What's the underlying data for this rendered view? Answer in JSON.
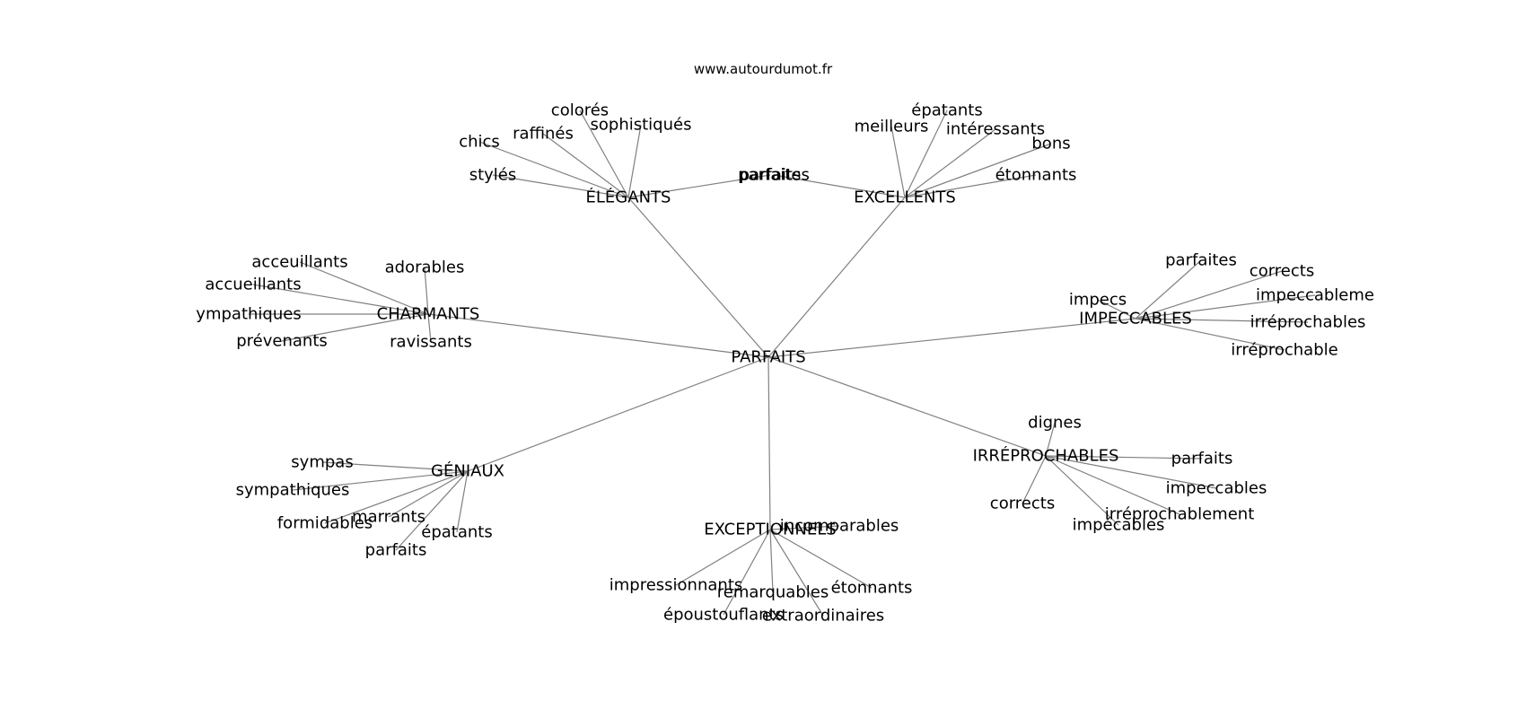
{
  "site": "www.autourdumot.fr",
  "colors": {
    "edge": "#808080",
    "text": "#000000",
    "background": "#ffffff"
  },
  "center": "PARFAITS",
  "clusters": [
    {
      "label": "ÉLÉGANTS",
      "leaves": [
        "chics",
        "raffinés",
        "colorés",
        "sophistiqués",
        "stylés",
        "parfaits"
      ]
    },
    {
      "label": "EXCELLENTS",
      "leaves": [
        "parfaites",
        "meilleurs",
        "épatants",
        "intéressants",
        "bons",
        "étonnants"
      ]
    },
    {
      "label": "CHARMANTS",
      "leaves": [
        "acceuillants",
        "accueillants",
        "adorables",
        "ympathiques",
        "prévenants",
        "ravissants"
      ]
    },
    {
      "label": "IMPECCABLES",
      "leaves": [
        "parfaites",
        "corrects",
        "impecs",
        "impeccableme",
        "irréprochables",
        "irréprochable"
      ]
    },
    {
      "label": "GÉNIAUX",
      "leaves": [
        "sympas",
        "sympathiques",
        "marrants",
        "formidables",
        "épatants",
        "parfaits"
      ]
    },
    {
      "label": "IRRÉPROCHABLES",
      "leaves": [
        "dignes",
        "parfaits",
        "impeccables",
        "corrects",
        "irréprochablement",
        "impécables"
      ]
    },
    {
      "label": "EXCEPTIONNELS",
      "leaves": [
        "incomparables",
        "impressionnants",
        "remarquables",
        "étonnants",
        "époustouflants",
        "extraordinaires"
      ]
    }
  ]
}
